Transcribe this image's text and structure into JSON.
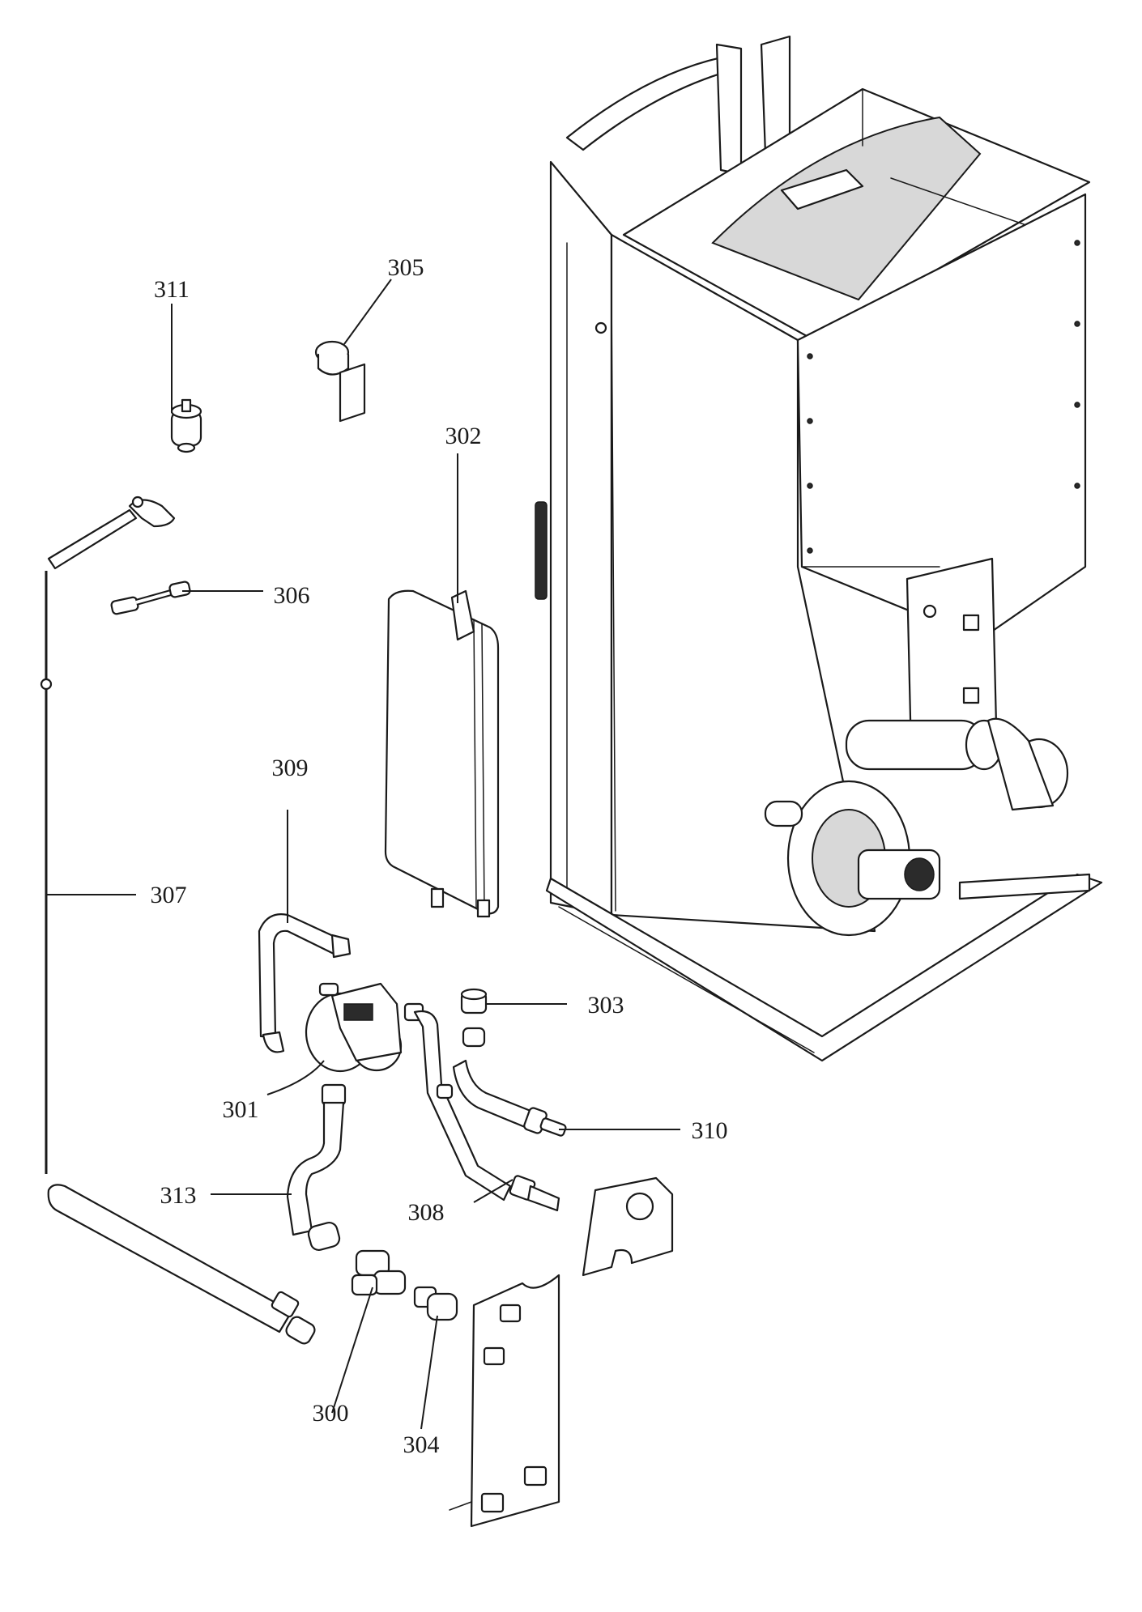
{
  "callouts": {
    "c300": "300",
    "c301": "301",
    "c302": "302",
    "c303": "303",
    "c304": "304",
    "c305": "305",
    "c306": "306",
    "c307": "307",
    "c308": "308",
    "c309": "309",
    "c310": "310",
    "c311": "311",
    "c313": "313"
  },
  "colors": {
    "line": "#1a1a1a",
    "background": "#ffffff",
    "shade": "#d8d8d8"
  }
}
